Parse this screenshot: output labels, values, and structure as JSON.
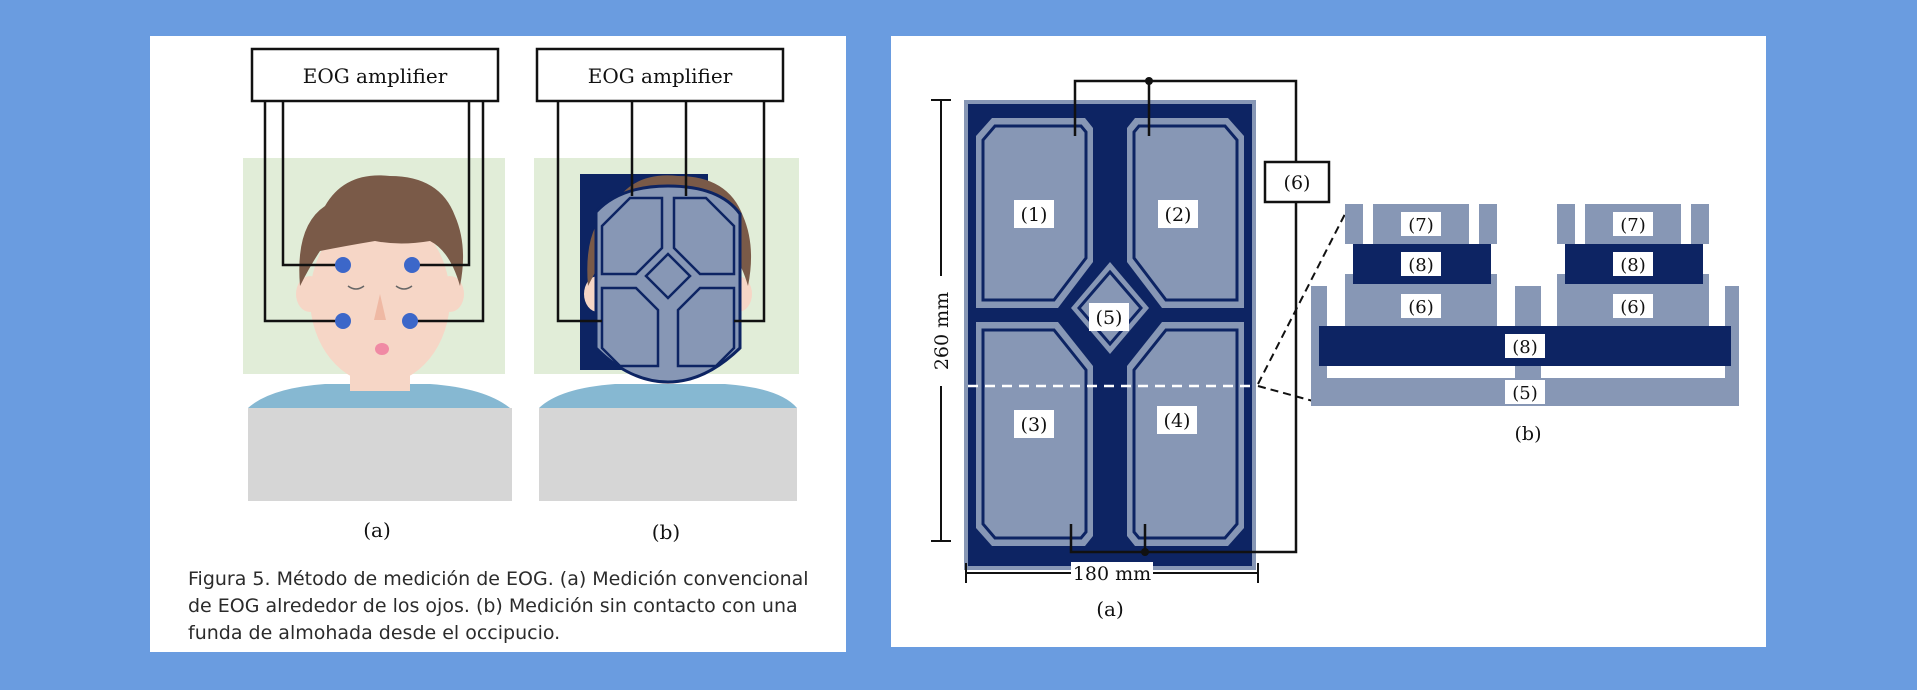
{
  "left_figure": {
    "amplifier_a": "EOG amplifier",
    "amplifier_b": "EOG amplifier",
    "label_a": "(a)",
    "label_b": "(b)",
    "caption": "Figura 5. Método de medición de EOG. (a) Medición convencional de EOG alrededor de los ojos. (b) Medición sin contacto con una funda de almohada desde el occipucio."
  },
  "right_figure": {
    "electrodes": [
      "(1)",
      "(2)",
      "(3)",
      "(4)",
      "(5)"
    ],
    "amp_box": "(6)",
    "height_dim": "260 mm",
    "width_dim": "180 mm",
    "label_a": "(a)",
    "label_b": "(b)",
    "layers": {
      "l7_left": "(7)",
      "l7_right": "(7)",
      "l8_left": "(8)",
      "l8_right": "(8)",
      "l6_left": "(6)",
      "l6_right": "(6)",
      "l8_bottom": "(8)",
      "l5_bottom": "(5)"
    }
  },
  "colors": {
    "background": "#6a9ce0",
    "navy": "#0d2463",
    "steel": "#8797b5",
    "face_bg": "#e1edd8",
    "skin": "#f6d6c6",
    "hair": "#7a5a48",
    "electrode": "#3c67c9"
  }
}
